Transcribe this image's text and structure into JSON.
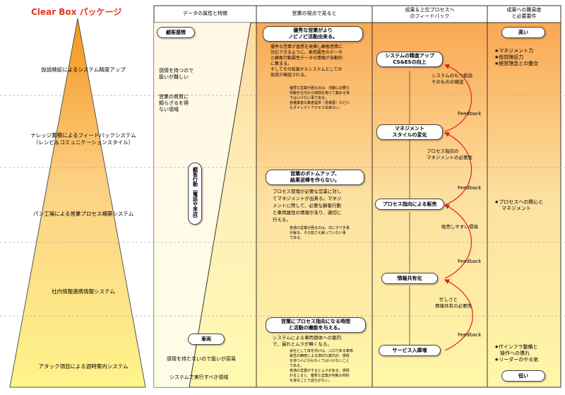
{
  "title": "Clear Box パッケージ",
  "levels": [
    "仮説検証によるシステム精度アップ",
    "ナレッジ蓄積によるフィードバックシステム",
    "（レシピ＆コミュニケーションスタイル）",
    "パン工場による営業プロセス構築システム",
    "社内情報連携情報システム",
    "アタック項目による週時案内システム"
  ],
  "headers": {
    "col1": "データの属性と特徴",
    "col2": "営業の視点で見ると",
    "col3a": "成果＆上位プロセスへ",
    "col3b": "のフィードバック",
    "col4a": "成果への難易度",
    "col4b": "と必要要件"
  },
  "col1": {
    "pill_top": "顧客感情",
    "text_top1": "感情を持つので",
    "text_top2": "扱いが難しい",
    "text_mid1": "営業の資質に",
    "text_mid2": "頼らざるを得",
    "text_mid3": "ない領域",
    "vpill": "顧客行動（電話や来店）",
    "pill_bottom": "車両",
    "text_bot1": "感情を持たないので扱いが容易",
    "text_bot2": "システムで実行すべき領域"
  },
  "col2": {
    "pill1a": "優秀な営業がより",
    "pill1b": "ノビノビ活動出来る。",
    "text1": [
      "優秀な営業が直感を発揮し顧客感情に",
      "対応できるように、車両属性のデータ",
      "と顧客行動属性データの情報が自動的",
      "に集まる。",
      "そしてその結果からシステムとしての",
      "仮説が検証される。"
    ],
    "small1": [
      "優秀な営業が困るのは、活動に必要な",
      "情報を社内から時間を掛けて集める事",
      "ではいけない事である。",
      "各種業者の業者提供（見積書）などに",
      "もダイレクトアクセス出来ない。"
    ],
    "pill2a": "営業のボトムアップ、",
    "pill2b": "結果泥棒を作らない。",
    "text2": [
      "プロセス管理が必要な営業に対し",
      "てマネジメントが出来る。マネジ",
      "メントに際して、必要な顧客行動",
      "と車両属性の情報があり、適切に",
      "行える。"
    ],
    "small2": [
      "普通の営業が困るのは、次にすべき事",
      "が解る。その割さえ解っていない事",
      "である。"
    ],
    "pill3a": "営業にプロセス指向になる時間",
    "pill3b": "と活動の機能を与える。",
    "text3": [
      "システムによる車両個体への案内",
      "で、漏れとムラが無くなる。"
    ],
    "small3": [
      "会社として目を向けは、入口である車両",
      "属性の精度による適切な案内が、感情",
      "を持つ人に行わなくてはいけないこと",
      "である。",
      "普通の営業がするとムラがある。感情",
      "がまじると、優秀な営業が判断の材料",
      "を得ることで過ちがない。"
    ]
  },
  "col3": {
    "box1a": "システムの精度アップ",
    "box1b": "CS&ESの向上",
    "note1a": "システムのもつ仮説",
    "note1b": "そのものの検証",
    "box2a": "マネジメント",
    "box2b": "スタイルの変化",
    "note2a": "プロセス指向の",
    "note2b": "マネジメントの必要性",
    "box3": "プロセス指向による販売",
    "note3": "販売しやすい環境",
    "box4": "情報共有化",
    "note4a": "忙しさと",
    "note4b": "情報共有の必要性",
    "box5": "サービス入庫増",
    "feedback": "Feedback"
  },
  "col4": {
    "high": "高い",
    "reqs_top": [
      "★マネジメント力",
      "★仮説検証力",
      "★経営理念との整合"
    ],
    "req_mid1": "★プロセスへの関心と",
    "req_mid2": "マネジメント",
    "reqs_bot": [
      "★ITインフラ整備と",
      "操作への慣れ",
      "★リーダーのやる気"
    ],
    "low": "低い"
  }
}
